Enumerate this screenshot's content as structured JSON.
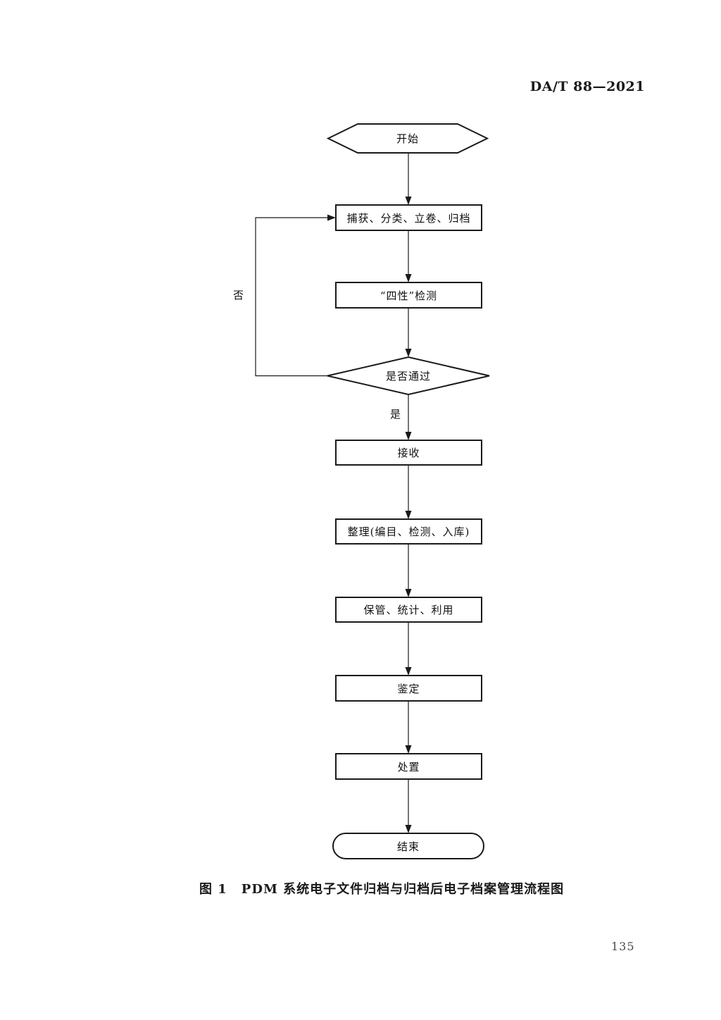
{
  "page": {
    "header": "DA/T 88—2021",
    "figure_number": "图 1",
    "figure_title": "PDM 系统电子文件归档与归档后电子档案管理流程图",
    "page_number": "135"
  },
  "flowchart": {
    "type": "flowchart",
    "ink_color": "#1a1a1a",
    "paper_color": "#ffffff",
    "nodes": [
      {
        "id": "start",
        "shape": "hexagon",
        "label": "开始"
      },
      {
        "id": "capture",
        "shape": "process",
        "label": "捕获、分类、立卷、归档"
      },
      {
        "id": "check",
        "shape": "process",
        "label": "“四性”检测"
      },
      {
        "id": "decision",
        "shape": "decision",
        "label": "是否通过"
      },
      {
        "id": "receive",
        "shape": "process",
        "label": "接收"
      },
      {
        "id": "arrange",
        "shape": "process",
        "label": "整理(编目、检测、入库)"
      },
      {
        "id": "keep",
        "shape": "process",
        "label": "保管、统计、利用"
      },
      {
        "id": "appraise",
        "shape": "process",
        "label": "鉴定"
      },
      {
        "id": "dispose",
        "shape": "process",
        "label": "处置"
      },
      {
        "id": "end",
        "shape": "terminator",
        "label": "结束"
      }
    ],
    "edges": [
      {
        "from": "start",
        "to": "capture",
        "label": ""
      },
      {
        "from": "capture",
        "to": "check",
        "label": ""
      },
      {
        "from": "check",
        "to": "decision",
        "label": ""
      },
      {
        "from": "decision",
        "to": "receive",
        "label": "是"
      },
      {
        "from": "decision",
        "to": "capture",
        "label": "否"
      },
      {
        "from": "receive",
        "to": "arrange",
        "label": ""
      },
      {
        "from": "arrange",
        "to": "keep",
        "label": ""
      },
      {
        "from": "keep",
        "to": "appraise",
        "label": ""
      },
      {
        "from": "appraise",
        "to": "dispose",
        "label": ""
      },
      {
        "from": "dispose",
        "to": "end",
        "label": ""
      }
    ],
    "edge_labels": {
      "yes": "是",
      "no": "否"
    }
  }
}
